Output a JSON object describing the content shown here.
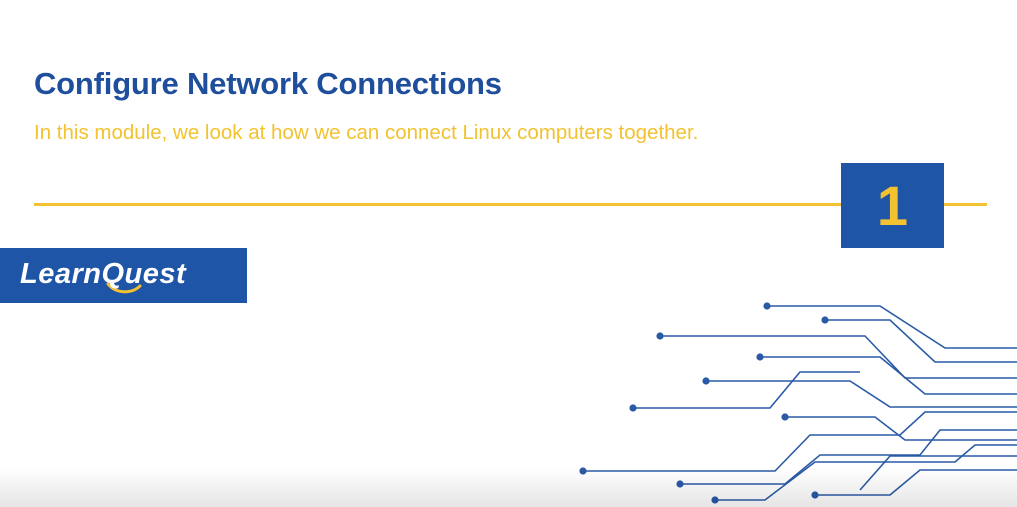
{
  "slide": {
    "title": "Configure Network Connections",
    "subtitle": "In this module, we look at how we can connect Linux computers together.",
    "module_number": "1"
  },
  "brand": {
    "logo_text": "LearnQuest"
  },
  "decoration": {
    "graphic": "circuit-traces-icon"
  },
  "colors": {
    "title_blue": "#1f4e9c",
    "accent_yellow": "#f2c230",
    "brand_blue": "#1f55a6",
    "trace_blue": "#2a5aa6",
    "background": "#ffffff"
  }
}
